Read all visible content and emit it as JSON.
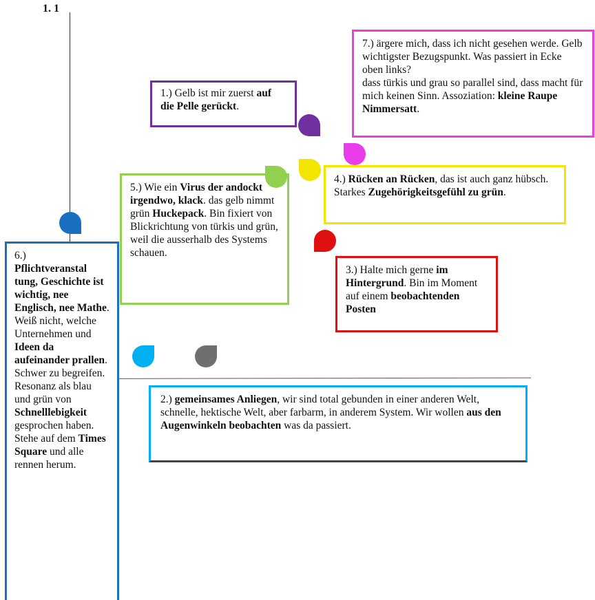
{
  "header": {
    "label": "1. 1"
  },
  "boxes": {
    "b1": {
      "p1": "1.) Gelb ist mir zuerst ",
      "b1": "auf die Pelle gerückt",
      "p2": "."
    },
    "b7": {
      "p1": "7.) ärgere mich, dass ich nicht gesehen werde. Gelb wichtigster Bezugspunkt. Was passiert in Ecke oben links?",
      "p2": "dass türkis und grau so parallel sind, dass macht für mich keinen Sinn. Assoziation: ",
      "b1": "kleine Raupe Nimmersatt",
      "p3": "."
    },
    "b4": {
      "b1": "Rücken an Rücken",
      "p1": ", das ist auch ganz hübsch. Starkes ",
      "b2": "Zugehörigkeitsgefühl zu grün",
      "p2": "."
    },
    "b5": {
      "p1": "5.) Wie ein ",
      "b1": "Virus der andockt irgendwo, klack",
      "p2": ". das gelb nimmt grün ",
      "b2": "Huckepack",
      "p3": ". Bin fixiert von Blickrichtung von türkis und grün, weil die ausserhalb des Systems schauen."
    },
    "b3": {
      "p1": "3.) Halte mich gerne ",
      "b1": "im Hintergrund",
      "p2": ". Bin im Moment auf einem ",
      "b2": "beobachtenden Posten"
    },
    "b6": {
      "p1": "6.)",
      "b1": "Pflichtveranstal tung, Geschichte ist wichtig, nee Englisch, nee Mathe",
      "p2": ". Weiß nicht, welche Unternehmen und ",
      "b2": "Ideen da aufeinander prallen",
      "p3": ". Schwer zu begreifen. Resonanz als blau und grün von ",
      "b3": "Schnelllebigkeit",
      "p4": " gesprochen haben. Stehe auf dem ",
      "b4": "Times Square",
      "p5": " und alle rennen herum."
    },
    "b2": {
      "p1": "2.) ",
      "b1": "gemeinsames Anliegen",
      "p2": ", wir sind total gebunden in einer anderen Welt, schnelle, hektische Welt, aber farbarm, in anderem System. Wir wollen ",
      "b2": "aus den Augenwinkeln beobachten",
      "p3": " was da passiert."
    }
  },
  "colors": {
    "purple": "#7030a0",
    "magenta": "#e83de8",
    "yellow": "#f2e600",
    "green": "#92d050",
    "red": "#e01010",
    "blue": "#1a70c0",
    "cyan": "#00b0f0",
    "gray": "#6f6f6f"
  }
}
